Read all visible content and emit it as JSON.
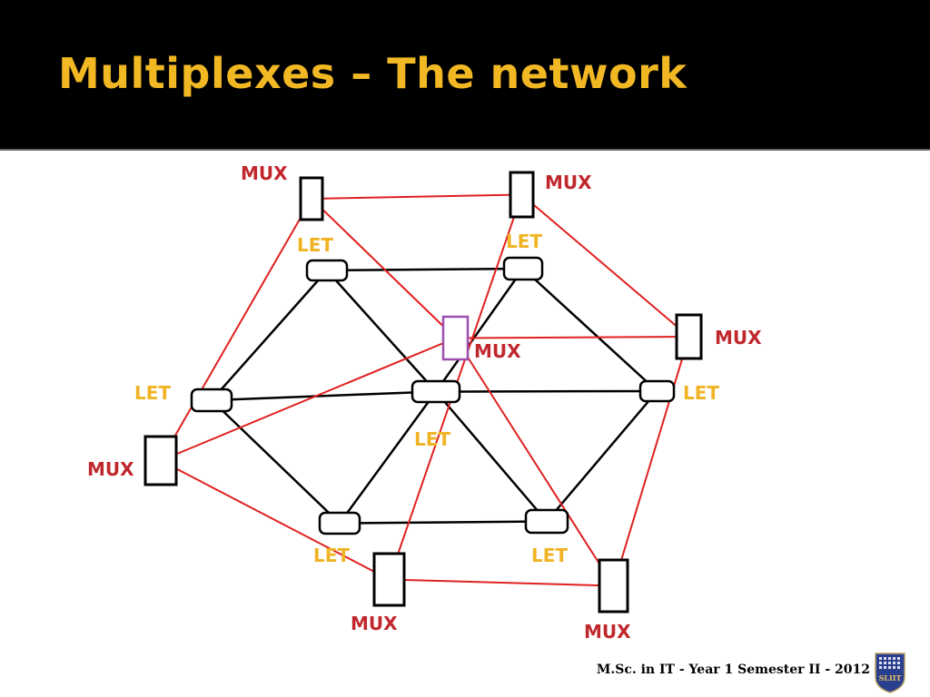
{
  "slide": {
    "title": "Multiplexes – The network",
    "footer": "M.Sc. in IT - Year 1 Semester II - 2012"
  },
  "colors": {
    "title": "#f2b823",
    "header_bg": "#000000",
    "mux_label": "#c0282d",
    "let_label": "#f0b323",
    "red_link": "#e02020",
    "black_link": "#000000",
    "center_mux_border": "#9b4fb0"
  },
  "logo": {
    "name": "sliit-logo",
    "text": "SLIIT"
  },
  "diagram": {
    "mux_nodes": [
      {
        "id": "mux-top-left",
        "label": "MUX"
      },
      {
        "id": "mux-top-right",
        "label": "MUX"
      },
      {
        "id": "mux-right",
        "label": "MUX"
      },
      {
        "id": "mux-center",
        "label": "MUX"
      },
      {
        "id": "mux-left",
        "label": "MUX"
      },
      {
        "id": "mux-bottom-left",
        "label": "MUX"
      },
      {
        "id": "mux-bottom-right",
        "label": "MUX"
      }
    ],
    "let_nodes": [
      {
        "id": "let-top-left",
        "label": "LET"
      },
      {
        "id": "let-top-right",
        "label": "LET"
      },
      {
        "id": "let-left",
        "label": "LET"
      },
      {
        "id": "let-center",
        "label": "LET"
      },
      {
        "id": "let-right",
        "label": "LET"
      },
      {
        "id": "let-bottom-left",
        "label": "LET"
      },
      {
        "id": "let-bottom-right",
        "label": "LET"
      }
    ],
    "let_links": [
      [
        "let-top-left",
        "let-top-right"
      ],
      [
        "let-top-left",
        "let-left"
      ],
      [
        "let-top-left",
        "let-center"
      ],
      [
        "let-top-right",
        "let-center"
      ],
      [
        "let-top-right",
        "let-right"
      ],
      [
        "let-left",
        "let-center"
      ],
      [
        "let-center",
        "let-right"
      ],
      [
        "let-left",
        "let-bottom-left"
      ],
      [
        "let-center",
        "let-bottom-left"
      ],
      [
        "let-center",
        "let-bottom-right"
      ],
      [
        "let-right",
        "let-bottom-right"
      ],
      [
        "let-bottom-left",
        "let-bottom-right"
      ]
    ],
    "mux_links": [
      [
        "mux-top-left",
        "mux-top-right"
      ],
      [
        "mux-top-right",
        "mux-right"
      ],
      [
        "mux-right",
        "mux-bottom-right"
      ],
      [
        "mux-bottom-right",
        "mux-bottom-left"
      ],
      [
        "mux-bottom-left",
        "mux-left"
      ],
      [
        "mux-left",
        "mux-top-left"
      ],
      [
        "mux-center",
        "mux-top-left"
      ],
      [
        "mux-center",
        "mux-right"
      ],
      [
        "mux-center",
        "mux-left"
      ],
      [
        "mux-center",
        "mux-bottom-right"
      ],
      [
        "mux-top-right",
        "mux-bottom-left"
      ]
    ]
  }
}
